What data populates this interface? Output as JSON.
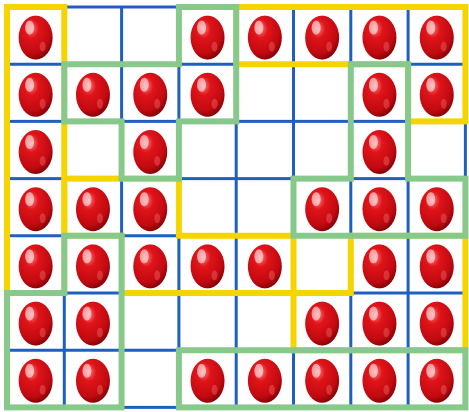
{
  "puzzle": {
    "rows": 7,
    "cols": 8,
    "colors": {
      "grid_line": "#1f5fbf",
      "egg_base": "#d10f14",
      "egg_highlight": "#ff7a7a",
      "egg_shadow": "#7a0006",
      "yellow_outline": "#f5d400",
      "green_outline": "#86c98a",
      "background": "#ffffff"
    },
    "eggs": [
      [
        0,
        0
      ],
      [
        0,
        3
      ],
      [
        0,
        4
      ],
      [
        0,
        5
      ],
      [
        0,
        6
      ],
      [
        0,
        7
      ],
      [
        1,
        0
      ],
      [
        1,
        1
      ],
      [
        1,
        2
      ],
      [
        1,
        3
      ],
      [
        1,
        6
      ],
      [
        1,
        7
      ],
      [
        2,
        0
      ],
      [
        2,
        2
      ],
      [
        2,
        6
      ],
      [
        3,
        0
      ],
      [
        3,
        1
      ],
      [
        3,
        2
      ],
      [
        3,
        5
      ],
      [
        3,
        6
      ],
      [
        3,
        7
      ],
      [
        4,
        0
      ],
      [
        4,
        1
      ],
      [
        4,
        2
      ],
      [
        4,
        3
      ],
      [
        4,
        4
      ],
      [
        4,
        6
      ],
      [
        4,
        7
      ],
      [
        5,
        0
      ],
      [
        5,
        1
      ],
      [
        5,
        5
      ],
      [
        5,
        6
      ],
      [
        5,
        7
      ],
      [
        6,
        0
      ],
      [
        6,
        1
      ],
      [
        6,
        3
      ],
      [
        6,
        4
      ],
      [
        6,
        5
      ],
      [
        6,
        6
      ],
      [
        6,
        7
      ]
    ],
    "regions": [
      {
        "id": "yellow-left-column",
        "color": "yellow",
        "cells": [
          [
            0,
            0
          ],
          [
            1,
            0
          ],
          [
            2,
            0
          ],
          [
            3,
            0
          ],
          [
            4,
            0
          ]
        ]
      },
      {
        "id": "yellow-top-right",
        "color": "yellow",
        "cells": [
          [
            0,
            4
          ],
          [
            0,
            5
          ],
          [
            0,
            6
          ],
          [
            0,
            7
          ],
          [
            1,
            7
          ]
        ]
      },
      {
        "id": "yellow-middle",
        "color": "yellow",
        "cells": [
          [
            3,
            1
          ],
          [
            3,
            2
          ],
          [
            4,
            2
          ],
          [
            4,
            3
          ],
          [
            4,
            4
          ]
        ]
      },
      {
        "id": "yellow-lower-right",
        "color": "yellow",
        "cells": [
          [
            4,
            6
          ],
          [
            4,
            7
          ],
          [
            5,
            5
          ],
          [
            5,
            6
          ],
          [
            5,
            7
          ]
        ]
      },
      {
        "id": "green-top-middle",
        "color": "green",
        "cells": [
          [
            0,
            3
          ],
          [
            1,
            1
          ],
          [
            1,
            2
          ],
          [
            1,
            3
          ],
          [
            2,
            2
          ]
        ]
      },
      {
        "id": "green-right-column",
        "color": "green",
        "cells": [
          [
            1,
            6
          ],
          [
            2,
            6
          ],
          [
            3,
            5
          ],
          [
            3,
            6
          ],
          [
            3,
            7
          ]
        ]
      },
      {
        "id": "green-bottom-left",
        "color": "green",
        "cells": [
          [
            4,
            1
          ],
          [
            5,
            0
          ],
          [
            5,
            1
          ],
          [
            6,
            0
          ],
          [
            6,
            1
          ]
        ]
      },
      {
        "id": "green-bottom-row",
        "color": "green",
        "cells": [
          [
            6,
            3
          ],
          [
            6,
            4
          ],
          [
            6,
            5
          ],
          [
            6,
            6
          ],
          [
            6,
            7
          ]
        ]
      }
    ]
  }
}
